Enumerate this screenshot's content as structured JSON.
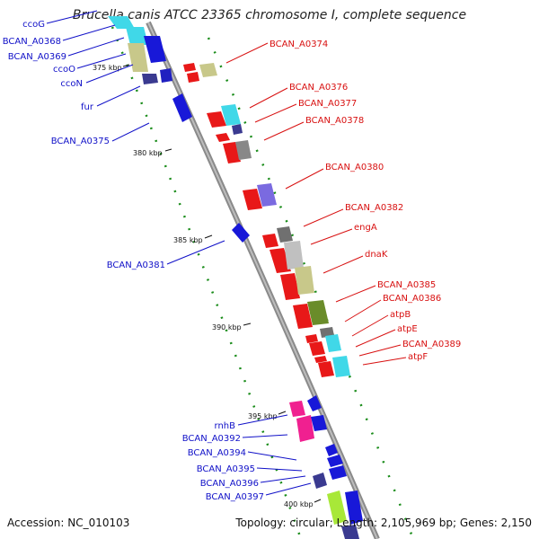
{
  "title": "Brucella canis ATCC 23365 chromosome I, complete sequence",
  "footer": {
    "accession": "Accession: NC_010103",
    "info": "Topology: circular; Length: 2,105,969 bp; Genes: 2,150"
  },
  "ticks": [
    "375 kbp",
    "380 kbp",
    "385 kbp",
    "390 kbp",
    "395 kbp",
    "400 kbp"
  ],
  "labels_left": [
    "ccoG",
    "BCAN_A0368",
    "BCAN_A0369",
    "ccoO",
    "ccoN",
    "fur",
    "BCAN_A0375",
    "BCAN_A0381",
    "rnhB",
    "BCAN_A0392",
    "BCAN_A0394",
    "BCAN_A0395",
    "BCAN_A0396",
    "BCAN_A0397"
  ],
  "labels_right": [
    "BCAN_A0374",
    "BCAN_A0376",
    "BCAN_A0377",
    "BCAN_A0378",
    "BCAN_A0380",
    "BCAN_A0382",
    "engA",
    "dnaK",
    "BCAN_A0385",
    "BCAN_A0386",
    "atpB",
    "atpE",
    "BCAN_A0389",
    "atpF"
  ],
  "colors": {
    "backbone": "#8a8a8a",
    "left_label": "#1010c8",
    "right_label": "#d81010",
    "gc_dots": "#1a8c1a"
  }
}
